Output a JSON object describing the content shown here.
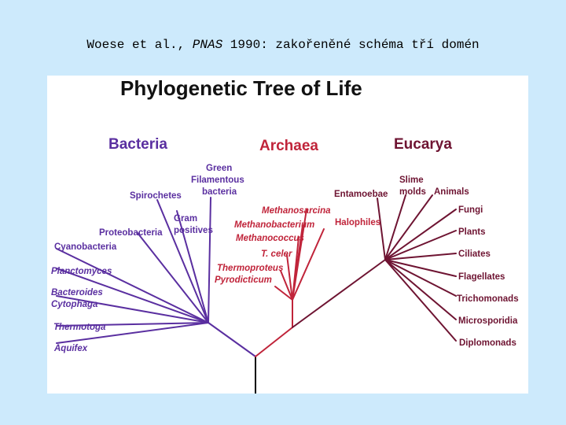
{
  "slide": {
    "title_prefix": "Woese et al., ",
    "title_journal": "PNAS",
    "title_suffix": " 1990: zakořeněné schéma tří domén"
  },
  "figure": {
    "title": "Phylogenetic Tree of Life",
    "colors": {
      "bacteria": "#5a2fa0",
      "archaea": "#c0243a",
      "eucarya": "#6e1432",
      "trunk": "#000000"
    },
    "domains": {
      "bacteria": "Bacteria",
      "archaea": "Archaea",
      "eucarya": "Eucarya"
    },
    "bacteria_labels": {
      "green_filamentous_1": "Green",
      "green_filamentous_2": "Filamentous",
      "green_filamentous_3": "bacteria",
      "spirochetes": "Spirochetes",
      "gram_1": "Gram",
      "gram_2": "positives",
      "proteobacteria": "Proteobacteria",
      "cyanobacteria": "Cyanobacteria",
      "planctomyces": "Planctomyces",
      "bacteroides": "Bacteroides",
      "cytophaga": "Cytophaga",
      "thermotoga": "Thermotoga",
      "aquifex": "Aquifex"
    },
    "archaea_labels": {
      "methanosarcina": "Methanosarcina",
      "methanobacterium": "Methanobacterium",
      "halophiles": "Halophiles",
      "methanococcus": "Methanococcus",
      "t_celer": "T. celer",
      "thermoproteus": "Thermoproteus",
      "pyrodicticum": "Pyrodicticum"
    },
    "eucarya_labels": {
      "entamoebae": "Entamoebae",
      "slime_1": "Slime",
      "slime_2": "molds",
      "animals": "Animals",
      "fungi": "Fungi",
      "plants": "Plants",
      "ciliates": "Ciliates",
      "flagellates": "Flagellates",
      "trichomonads": "Trichomonads",
      "microsporidia": "Microsporidia",
      "diplomonads": "Diplomonads"
    }
  }
}
